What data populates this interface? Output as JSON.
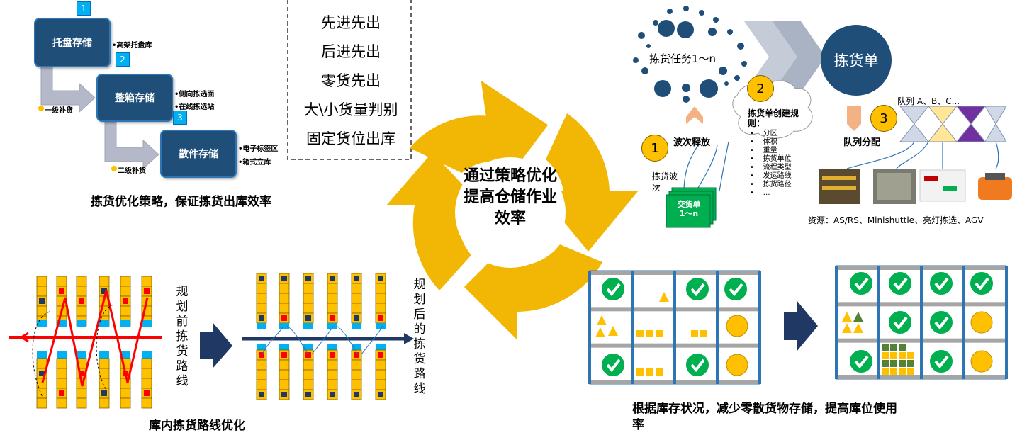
{
  "top_left": {
    "steps": [
      {
        "num": "1",
        "label": "托盘存储",
        "note": "•高架托盘库"
      },
      {
        "num": "2",
        "label": "整箱存储",
        "note1": "•侧向拣选面",
        "note2": "•在线拣选站"
      },
      {
        "num": "3",
        "label": "散件存储",
        "note1": "•电子标签区",
        "note2": "•箱式立库"
      }
    ],
    "replenish1": "一级补货",
    "replenish2": "二级补货",
    "caption": "拣货优化策略，保证拣货出库效率"
  },
  "strategies": [
    "先进先出",
    "后进先出",
    "零货先出",
    "大\\小货量判别",
    "固定货位出库"
  ],
  "center_text": "通过策略优化提高仓储作业效率",
  "top_right": {
    "task_label": "拣货任务1～n",
    "pick_list": "拣货单",
    "step1_num": "1",
    "step1_label": "波次释放",
    "step2_num": "2",
    "step2_label": "拣货单创建规则：",
    "rules": [
      "分区",
      "体积",
      "重量",
      "拣货单位",
      "流程类型",
      "发运路线",
      "拣货路径",
      "…"
    ],
    "step3_num": "3",
    "step3_label": "队列分配",
    "queue_label": "队列 A、B、C...",
    "wave_label_line1": "拣货波",
    "wave_label_line2": "次",
    "delivery_line1": "交货单",
    "delivery_line2": "1～n",
    "resources": "资源：AS/RS、Minishuttle、亮灯拣选、AGV"
  },
  "bottom_left": {
    "before_text": "规划前拣货路线",
    "after_text": "规划后的拣货路线",
    "caption": "库内拣货路线优化"
  },
  "bottom_right": {
    "caption_line1": "根据库存状况，减少零散货物存储，提高库位使用",
    "caption_line2": "率"
  },
  "colors": {
    "navy": "#1f4e79",
    "gold": "#ffc000",
    "cycle": "#f2b705",
    "green": "#00b050",
    "red": "#ff0000",
    "sky": "#00b0f0"
  }
}
